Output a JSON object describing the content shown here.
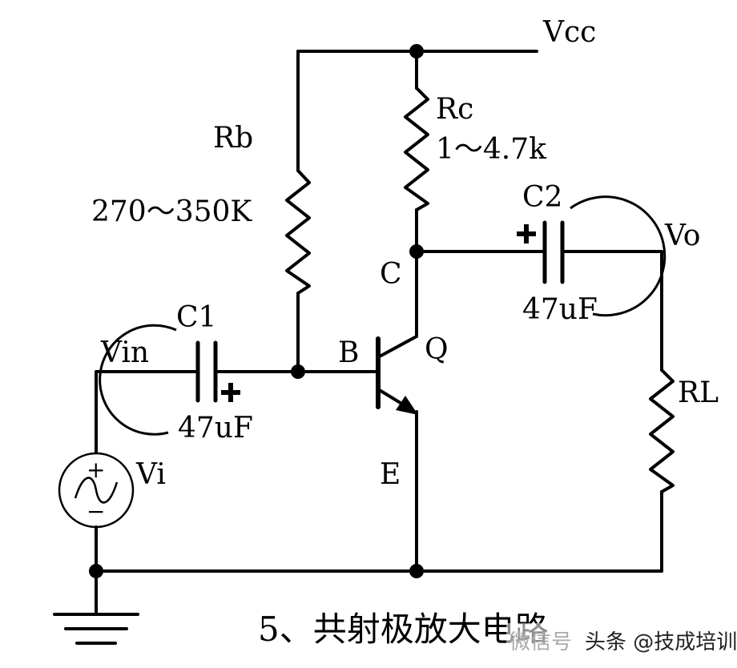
{
  "labels": {
    "vcc": "Vcc",
    "rb": "Rb",
    "rb_value": "270～350K",
    "rc": "Rc",
    "rc_value": "1～4.7k",
    "c2": "C2",
    "c2_value": "47uF",
    "vo": "Vo",
    "c_node": "C",
    "c1": "C1",
    "vin": "Vin",
    "b_node": "B",
    "q": "Q",
    "c1_value": "47uF",
    "rl": "RL",
    "vi": "Vi",
    "e_node": "E",
    "plus": "+",
    "minus": "−"
  },
  "caption": "5、共射极放大电路",
  "watermark": {
    "faint": "微信号",
    "main": "头条 @技成培训"
  }
}
